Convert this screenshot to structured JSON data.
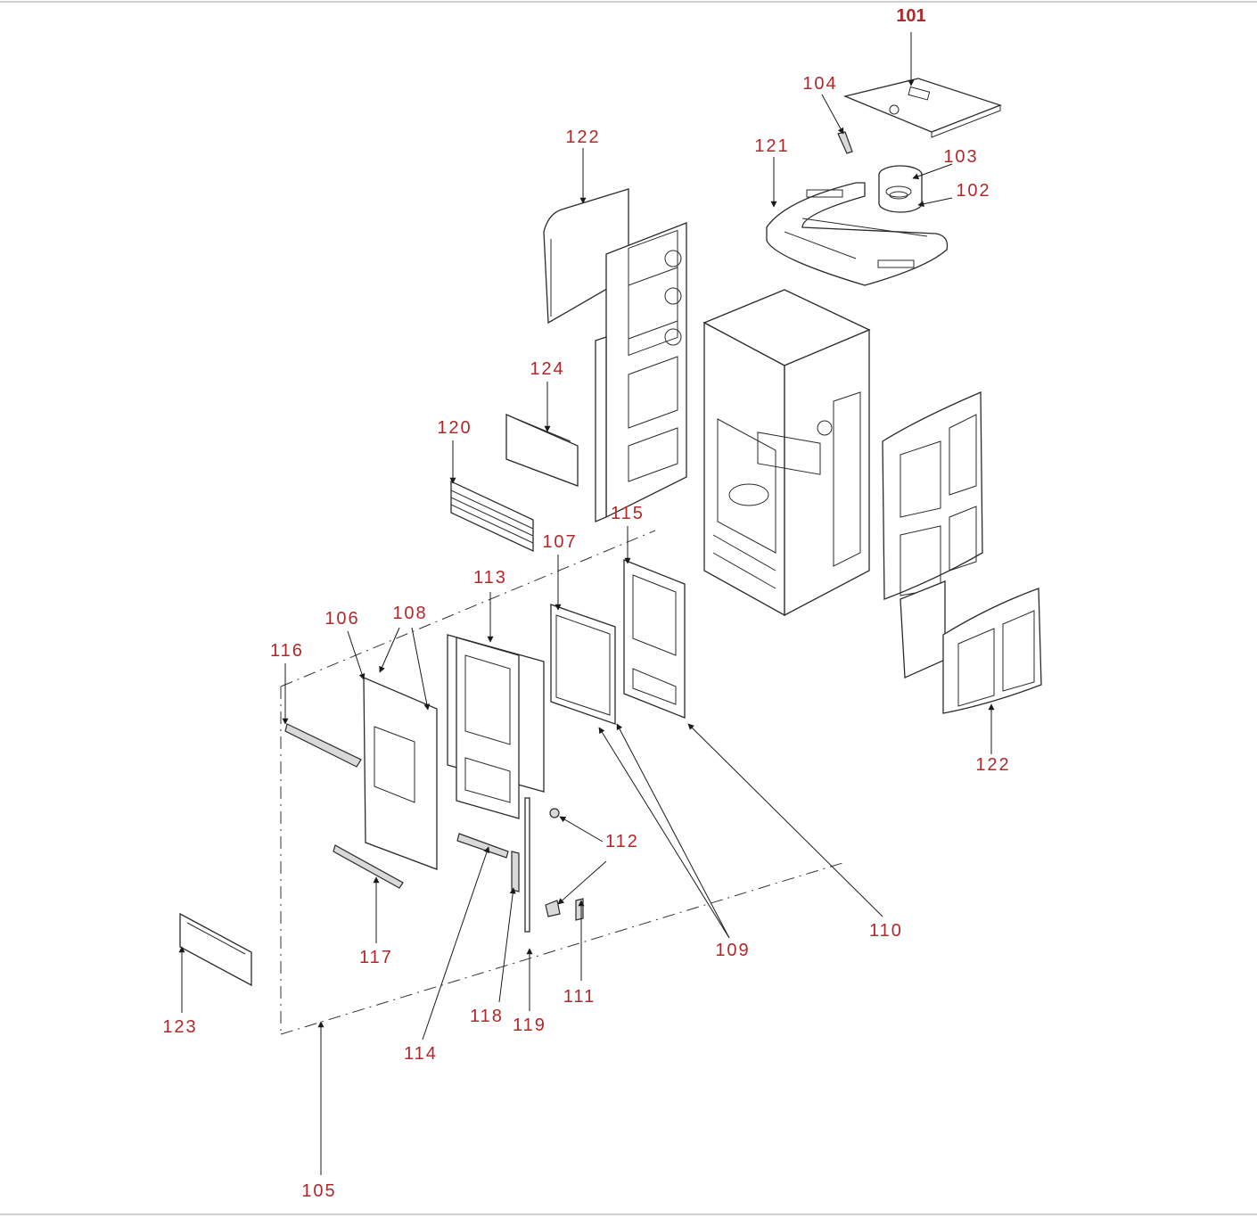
{
  "callouts": {
    "c101": "101",
    "c102": "102",
    "c103": "103",
    "c104": "104",
    "c105": "105",
    "c106": "106",
    "c107": "107",
    "c108": "108",
    "c109": "109",
    "c110": "110",
    "c111": "111",
    "c112": "112",
    "c113": "113",
    "c114": "114",
    "c115": "115",
    "c116": "116",
    "c117": "117",
    "c118": "118",
    "c119": "119",
    "c120": "120",
    "c121": "121",
    "c122a": "122",
    "c122b": "122",
    "c123": "123",
    "c124": "124"
  },
  "colors": {
    "label": "#b0282a",
    "line": "#2b2b2b"
  }
}
